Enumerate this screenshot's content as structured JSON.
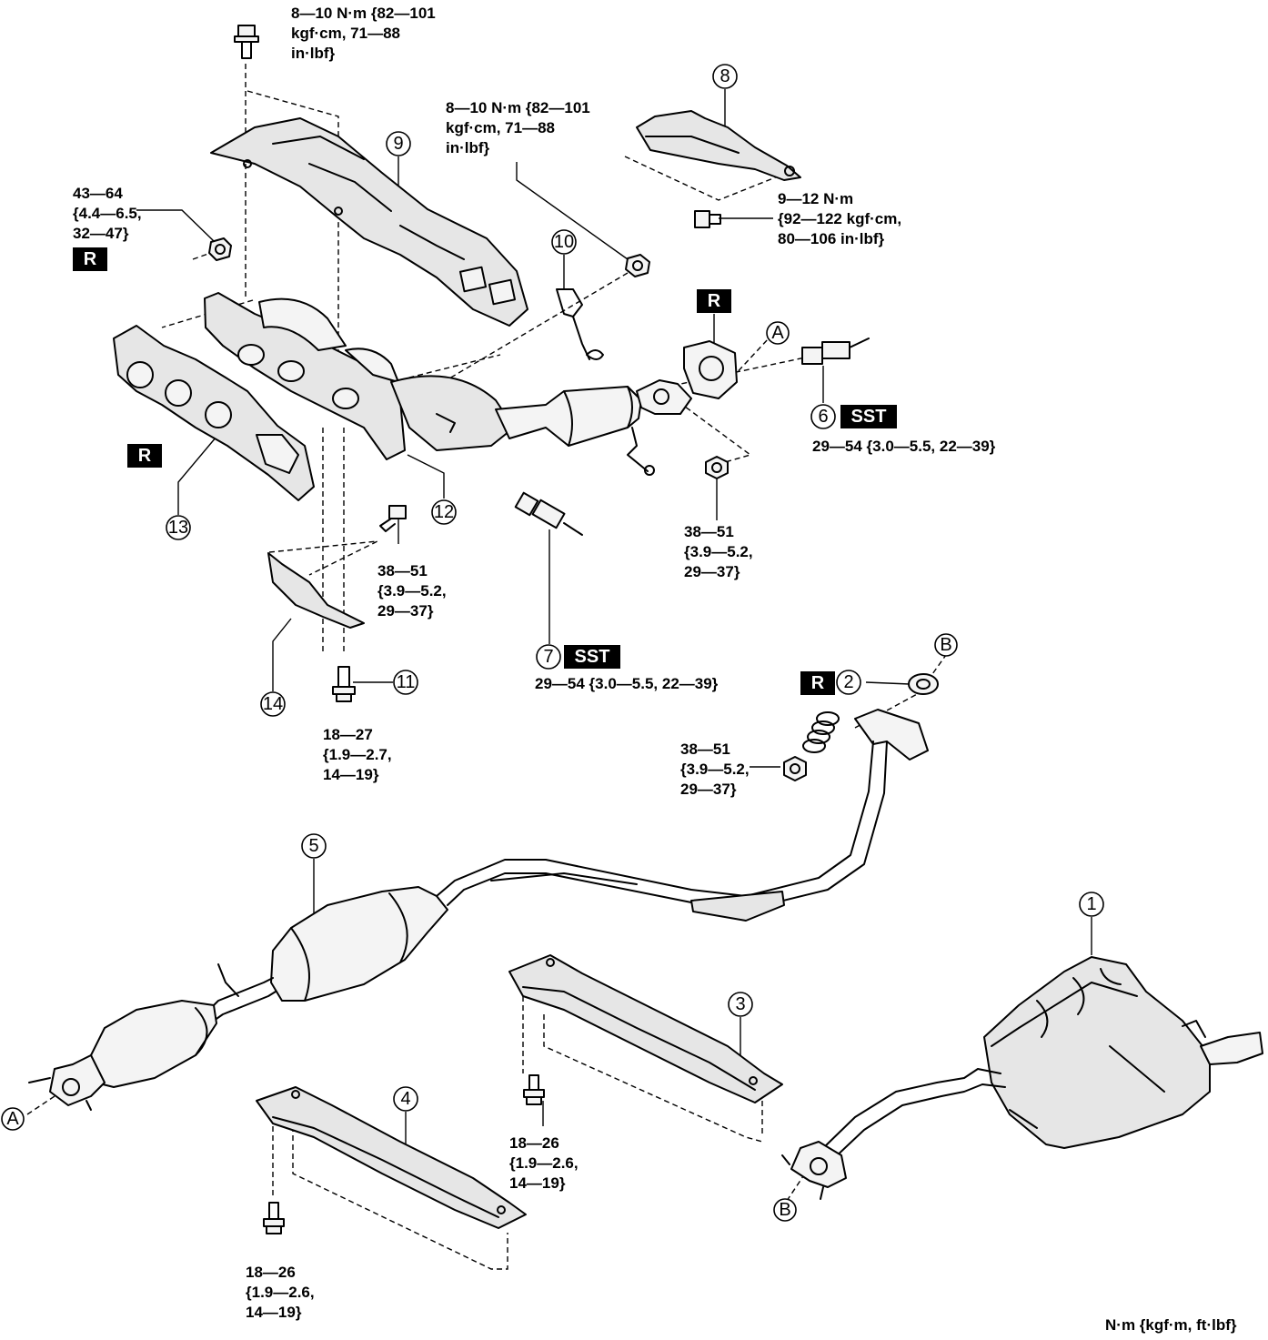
{
  "callouts": {
    "c1": "1",
    "c2": "2",
    "c3": "3",
    "c4": "4",
    "c5": "5",
    "c6": "6",
    "c7": "7",
    "c8": "8",
    "c9": "9",
    "c10": "10",
    "c11": "11",
    "c12": "12",
    "c13": "13",
    "c14": "14"
  },
  "letters": {
    "a_top": "A",
    "a_bottom": "A",
    "b_top": "B",
    "b_bottom": "B"
  },
  "torques": {
    "t_top_bolt": "8—10 N·m {82—101\nkgf·cm, 71—88\nin·lbf}",
    "t_nut_10": "8—10 N·m {82—101\nkgf·cm, 71—88\nin·lbf}",
    "t_nut_left": "43—64\n{4.4—6.5,\n32—47}",
    "t_bolt_8": "9—12 N·m\n{92—122 kgf·cm,\n80—106 in·lbf}",
    "t_sensor_6": "29—54 {3.0—5.5, 22—39}",
    "t_nut_center": "38—51\n{3.9—5.2,\n29—37}",
    "t_bolt_14": "38—51\n{3.9—5.2,\n29—37}",
    "t_sensor_7": "29—54 {3.0—5.5, 22—39}",
    "t_bolt_11": "18—27\n{1.9—2.7,\n14—19}",
    "t_spring": "38—51\n{3.9—5.2,\n29—37}",
    "t_bolt_3": "18—26\n{1.9—2.6,\n14—19}",
    "t_bolt_4": "18—26\n{1.9—2.6,\n14—19}"
  },
  "badges": {
    "r_left": "R",
    "r_manifold": "R",
    "r_gasket_a": "R",
    "r_gasket_b": "R",
    "sst_6": "SST",
    "sst_7": "SST"
  },
  "units_note": "N·m {kgf·m, ft·lbf}"
}
